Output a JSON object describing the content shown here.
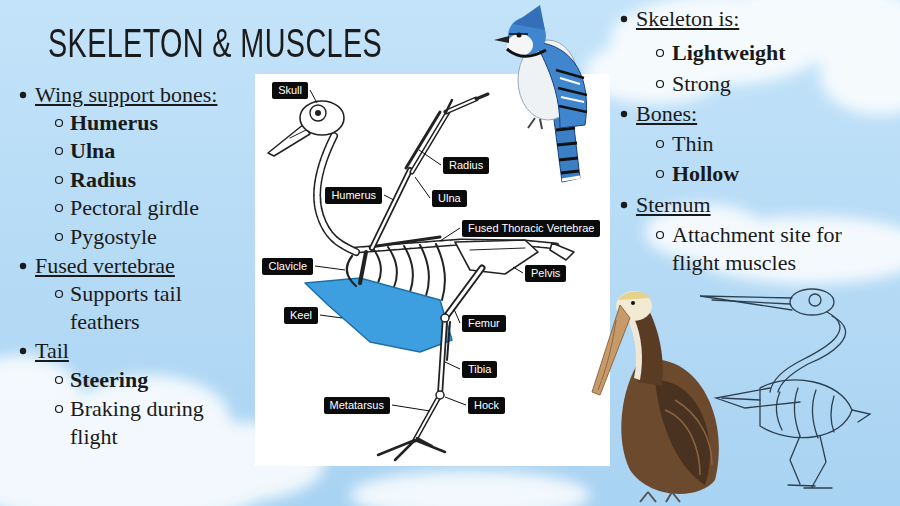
{
  "diagram": {
    "title": "SKELETON & MUSCLES",
    "nodes": [
      {
        "text": [
          "Skull"
        ]
      },
      {
        "text": [
          "Radius"
        ]
      },
      {
        "text": [
          "Humerus"
        ]
      },
      {
        "text": [
          "Ulna"
        ]
      },
      {
        "text": [
          "Fused Thoracic Vertebrae"
        ]
      },
      {
        "text": [
          "Clavicle"
        ]
      },
      {
        "text": [
          "Pelvis"
        ]
      },
      {
        "text": [
          "Keel"
        ]
      },
      {
        "text": [
          "Femur"
        ]
      },
      {
        "text": [
          "Tibia"
        ]
      },
      {
        "text": [
          "Metatarsus"
        ]
      },
      {
        "text": [
          "Hock"
        ]
      }
    ],
    "labels": [
      "Wing support bones:",
      "Humerus",
      "Ulna",
      "Radius",
      "Pectoral girdle",
      "Pygostyle",
      "Fused vertebrae",
      "Supports tail feathers",
      "Tail",
      "Steering",
      "Braking during flight",
      "Skeleton is:",
      "Lightweight",
      "Strong",
      "Bones:",
      "Thin",
      "Hollow",
      "Sternum",
      "Attachment site for flight muscles"
    ]
  }
}
